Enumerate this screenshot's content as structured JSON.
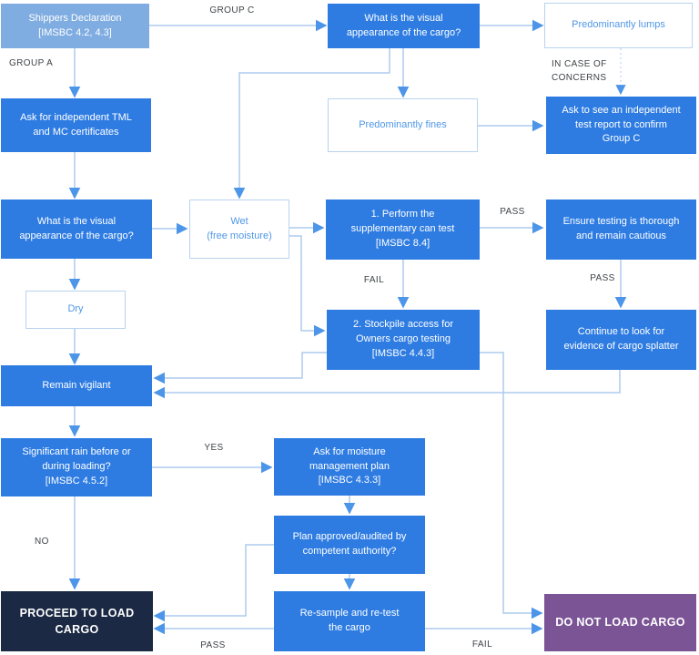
{
  "colors": {
    "node_blue": "#2E7CE2",
    "node_light_blue": "#7FACE1",
    "node_outline_border": "#B9D3F0",
    "node_outline_text": "#4F97E6",
    "node_navy": "#1B2944",
    "node_purple": "#7B5496",
    "wire": "#AECBEE",
    "arrowhead": "#4D95E8",
    "edge_label_text": "#3E4347",
    "background": "#FFFFFF"
  },
  "nodes": {
    "shippers": {
      "label": "Shippers Declaration\n[IMSBC 4.2, 4.3]"
    },
    "visual_top": {
      "label": "What is the visual\nappearance of the cargo?"
    },
    "lumps": {
      "label": "Predominantly lumps"
    },
    "ask_tml": {
      "label": "Ask for independent TML\nand MC certificates"
    },
    "fines": {
      "label": "Predominantly fines"
    },
    "ask_report": {
      "label": "Ask to see an independent\ntest report to confirm\nGroup C"
    },
    "visual_2": {
      "label": "What is the visual\nappearance of the cargo?"
    },
    "wet": {
      "label": "Wet\n(free moisture)"
    },
    "perform_can_test": {
      "label": "1. Perform the\nsupplementary can test\n[IMSBC 8.4]"
    },
    "ensure_testing": {
      "label": "Ensure testing is thorough\nand remain cautious"
    },
    "dry": {
      "label": "Dry"
    },
    "stockpile": {
      "label": "2. Stockpile access for\nOwners cargo testing\n[IMSBC 4.4.3]"
    },
    "continue_look": {
      "label": "Continue to look for\nevidence of cargo splatter"
    },
    "remain_vigilant": {
      "label": "Remain vigilant"
    },
    "rain": {
      "label": "Significant rain before or\nduring loading?\n[IMSBC 4.5.2]"
    },
    "moisture_plan": {
      "label": "Ask for moisture\nmanagement plan\n[IMSBC 4.3.3]"
    },
    "plan_approved": {
      "label": "Plan approved/audited by\ncompetent authority?"
    },
    "resample": {
      "label": "Re-sample and re-test\nthe cargo"
    },
    "proceed": {
      "label": "PROCEED TO LOAD CARGO"
    },
    "do_not_load": {
      "label": "DO NOT LOAD CARGO"
    }
  },
  "edge_labels": {
    "group_c": "GROUP C",
    "group_a": "GROUP A",
    "in_case_of_concerns": "IN CASE OF\nCONCERNS",
    "pass_can_test": "PASS",
    "fail_can_test": "FAIL",
    "pass_ensure": "PASS",
    "yes_rain": "YES",
    "no_rain": "NO",
    "pass_retest": "PASS",
    "fail_retest": "FAIL"
  }
}
